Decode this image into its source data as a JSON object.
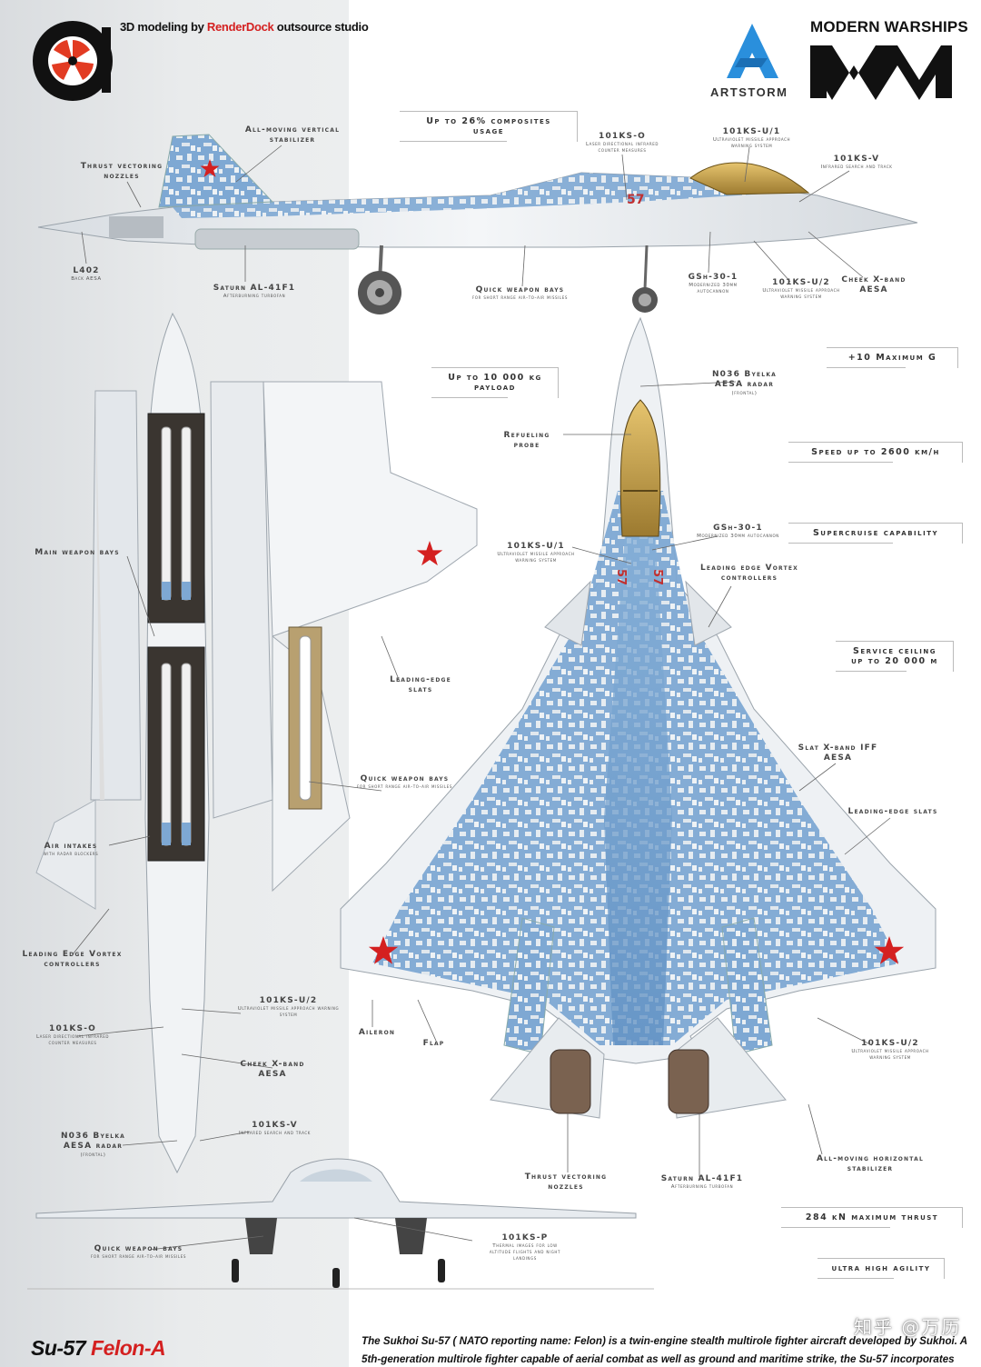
{
  "header": {
    "credit_prefix": "3D modeling by ",
    "credit_highlight": "RenderDock",
    "credit_suffix": " outsource studio",
    "brand_artstorm": "ARTSTORM",
    "brand_modern_warships": "MODERN WARSHIPS"
  },
  "specs": [
    {
      "text": "Up to 26% composites usage"
    },
    {
      "text": "+10 Maximum G"
    },
    {
      "text": "Up to 10 000 kg payload"
    },
    {
      "text": "Speed up to 2600 km/h"
    },
    {
      "text": "Supercruise capability"
    },
    {
      "text": "Service ceiling up to 20 000 m"
    },
    {
      "text": "284 kN maximum thrust"
    },
    {
      "text": "ultra high agility"
    }
  ],
  "labels": [
    {
      "t": "All-moving vertical stabilizer",
      "s": ""
    },
    {
      "t": "Thrust vectoring nozzles",
      "s": ""
    },
    {
      "t": "101KS-O",
      "s": "Laser directional infrared counter measures"
    },
    {
      "t": "101KS-U/1",
      "s": "Ultraviolet missile approach warning system"
    },
    {
      "t": "101KS-V",
      "s": "Infrared search and track"
    },
    {
      "t": "L402",
      "s": "Back AESA"
    },
    {
      "t": "Saturn AL-41F1",
      "s": "Afterburning turbofan"
    },
    {
      "t": "Quick weapon bays",
      "s": "for short range air-to-air missiles"
    },
    {
      "t": "GSh-30-1",
      "s": "Modernized 30mm autocannon"
    },
    {
      "t": "101KS-U/2",
      "s": "Ultraviolet missile approach warning system"
    },
    {
      "t": "Cheek X-band AESA",
      "s": ""
    },
    {
      "t": "N036 Byelka AESA radar",
      "s": "(frontal)"
    },
    {
      "t": "Refueling probe",
      "s": ""
    },
    {
      "t": "Main weapon bays",
      "s": ""
    },
    {
      "t": "101KS-U/1",
      "s": "Ultraviolet missile approach warning system"
    },
    {
      "t": "GSh-30-1",
      "s": "Modernized 30mm autocannon"
    },
    {
      "t": "Leading edge Vortex controllers",
      "s": ""
    },
    {
      "t": "Leading-edge slats",
      "s": ""
    },
    {
      "t": "Quick weapon bays",
      "s": "for short range air-to-air missiles"
    },
    {
      "t": "Slat X-band IFF AESA",
      "s": ""
    },
    {
      "t": "Air intakes",
      "s": "with radar blockers"
    },
    {
      "t": "Leading-edge slats",
      "s": ""
    },
    {
      "t": "Leading Edge Vortex controllers",
      "s": ""
    },
    {
      "t": "101KS-U/2",
      "s": "Ultraviolet missile approach warning system"
    },
    {
      "t": "101KS-O",
      "s": "Laser directional infrared counter measures"
    },
    {
      "t": "Aileron",
      "s": ""
    },
    {
      "t": "Flap",
      "s": ""
    },
    {
      "t": "101KS-U/2",
      "s": "Ultraviolet missile approach warning system"
    },
    {
      "t": "Cheek X-band AESA",
      "s": ""
    },
    {
      "t": "N036 Byelka AESA radar",
      "s": "(frontal)"
    },
    {
      "t": "101KS-V",
      "s": "Infrared search and track"
    },
    {
      "t": "Thrust vectoring nozzles",
      "s": ""
    },
    {
      "t": "Saturn AL-41F1",
      "s": "Afterburning turbofan"
    },
    {
      "t": "All-moving horizontal stabilizer",
      "s": ""
    },
    {
      "t": "Quick weapon bays",
      "s": "for short range air-to-air missiles"
    },
    {
      "t": "101KS-P",
      "s": "Thermal images for low altitude flights and night landings"
    }
  ],
  "aircraft_markings": {
    "side_number": "57"
  },
  "footer": {
    "model_name": "Su-57",
    "model_variant": " Felon-A",
    "description_line1": "The Sukhoi Su-57 ( NATO reporting name: Felon) is a twin-engine stealth multirole fighter aircraft developed by Sukhoi. A",
    "description_line2": "5th-generation multirole fighter capable of aerial combat as well as ground and maritime strike, the Su-57 incorporates"
  },
  "watermark": "知乎 @万历",
  "colors": {
    "camo_blue": "#6d9ccc",
    "camo_light": "#e8edf1",
    "star_red": "#d42020",
    "canopy": "#c9a350"
  }
}
